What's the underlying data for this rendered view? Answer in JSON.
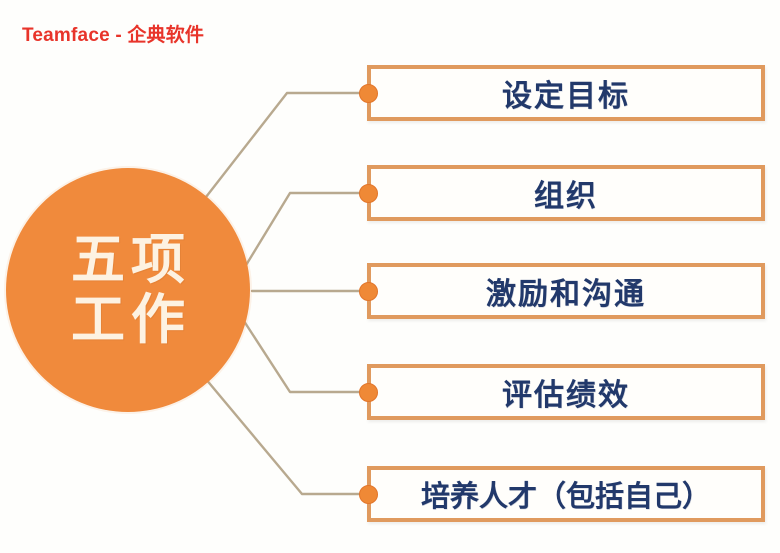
{
  "meta": {
    "watermark": "Teamface - 企典软件",
    "watermark_color": "#e8342a",
    "background_color": "#fefefc"
  },
  "hub": {
    "line1": "五项",
    "line2": "工作",
    "fill_color": "#f08a3c",
    "text_color": "#fdf2e2"
  },
  "diagram": {
    "connector_color": "#b8a98f",
    "node_color": "#ef8936",
    "box_border_color": "#e09a5e",
    "box_fill_color": "#fffefb",
    "box_text_color": "#22396b",
    "items": [
      {
        "label": "设定目标"
      },
      {
        "label": "组织"
      },
      {
        "label": "激励和沟通"
      },
      {
        "label": "评估绩效"
      },
      {
        "label": "培养人才（包括自己）"
      }
    ]
  }
}
